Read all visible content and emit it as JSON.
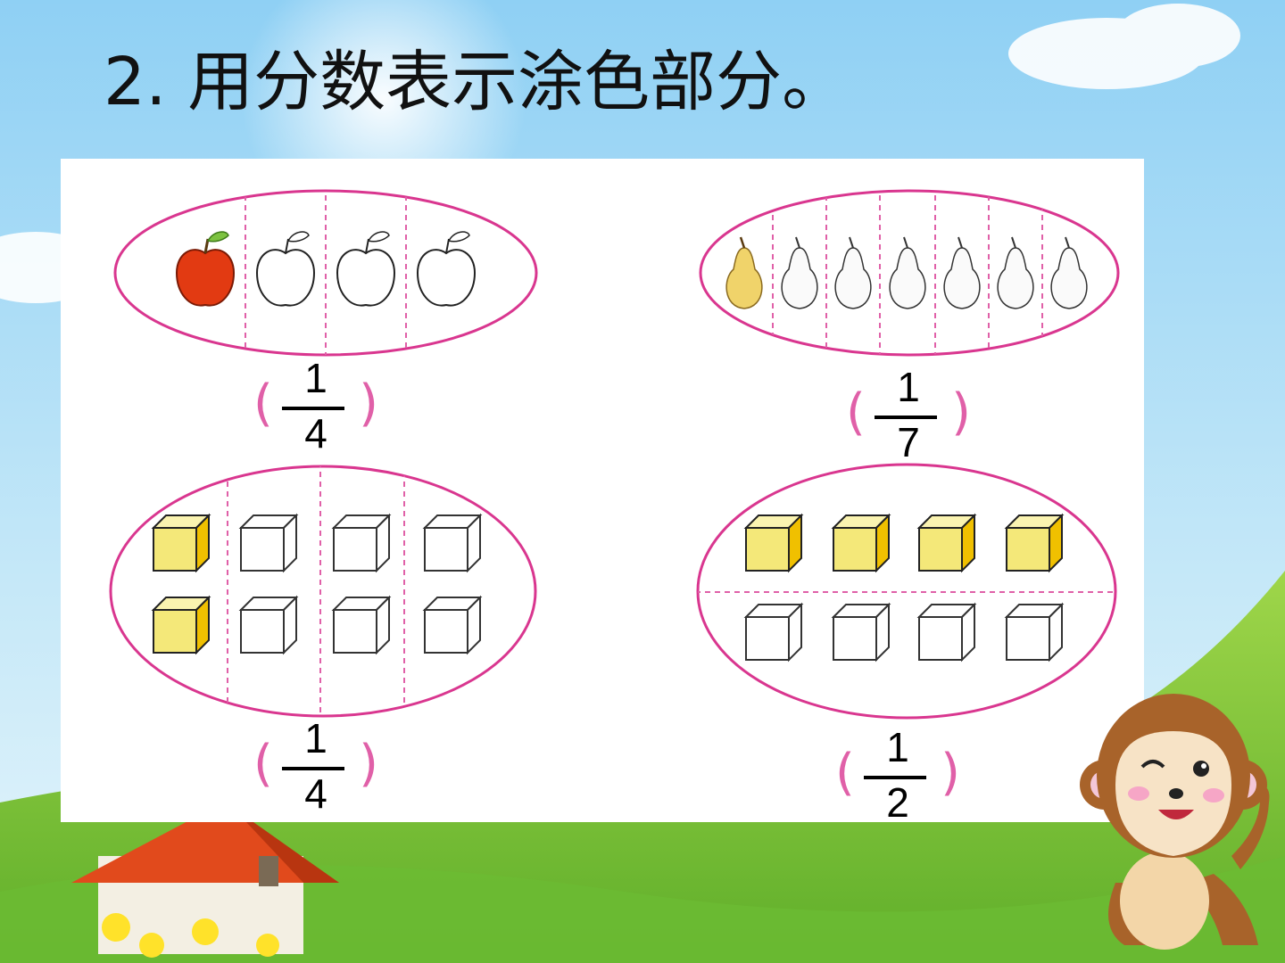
{
  "title": "2. 用分数表示涂色部分。",
  "colors": {
    "outline": "#d9368f",
    "divider": "#e060a8",
    "apple_red": "#e23a12",
    "pear_yellow": "#f0d36a",
    "cube_yellow": "#f4e879",
    "cube_side": "#f0c000",
    "sky": "#a9d8f3",
    "grass": "#7fc63a"
  },
  "groups": [
    {
      "item": "apple-icon",
      "parts": 4,
      "shaded": 1,
      "answer": {
        "numerator": "1",
        "denominator": "4"
      }
    },
    {
      "item": "pear-icon",
      "parts": 7,
      "shaded": 1,
      "answer": {
        "numerator": "1",
        "denominator": "7"
      }
    },
    {
      "item": "cube-icon",
      "parts": 4,
      "shaded": 1,
      "answer": {
        "numerator": "1",
        "denominator": "4"
      }
    },
    {
      "item": "cube-icon",
      "parts": 2,
      "shaded": 1,
      "answer": {
        "numerator": "1",
        "denominator": "2"
      }
    }
  ],
  "decorations": [
    "house-icon",
    "flower-icon",
    "monkey-mascot-icon",
    "cloud-icon"
  ]
}
